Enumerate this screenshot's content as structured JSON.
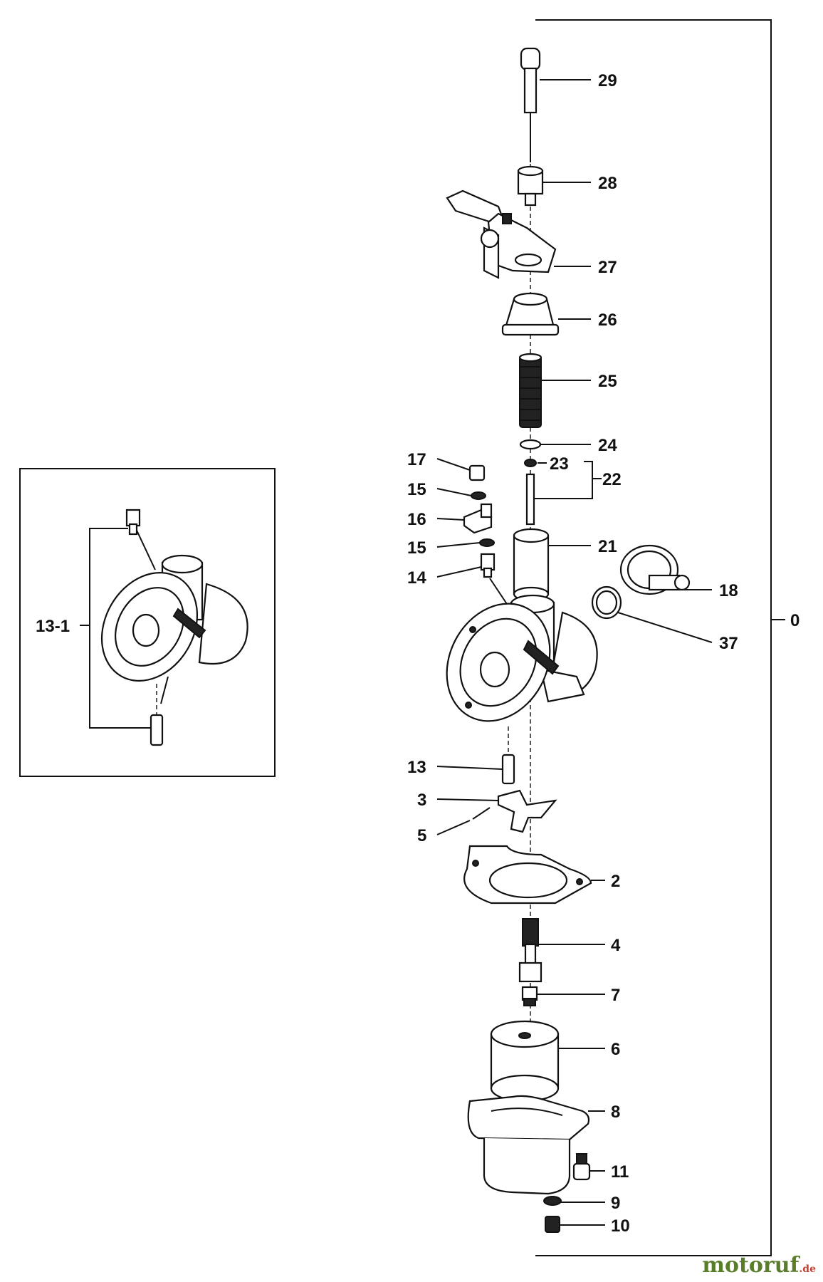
{
  "diagram": {
    "callouts": [
      "29",
      "28",
      "27",
      "26",
      "25",
      "24",
      "23",
      "22",
      "21",
      "18",
      "0",
      "37",
      "17",
      "15",
      "16",
      "15",
      "14",
      "13",
      "3",
      "5",
      "2",
      "4",
      "7",
      "6",
      "8",
      "11",
      "9",
      "10",
      "13-1"
    ]
  },
  "watermark": {
    "brand": "motoruf",
    "suffix": ".de"
  }
}
